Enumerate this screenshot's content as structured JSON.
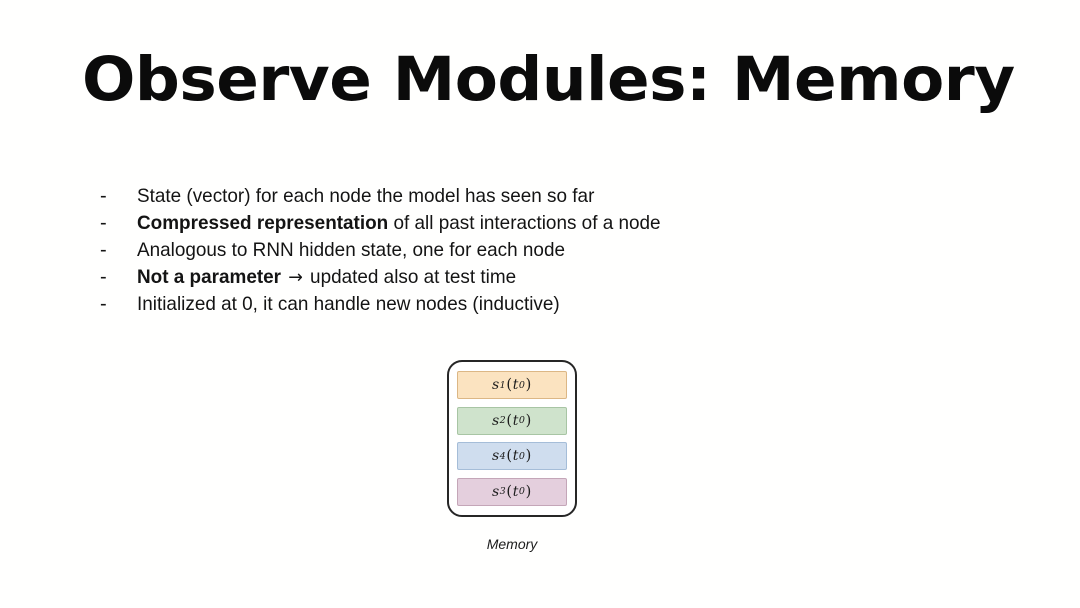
{
  "slide": {
    "title": "Observe Modules: Memory",
    "background_color": "#ffffff",
    "text_color": "#141414"
  },
  "bullets": {
    "marker": "-",
    "items": [
      {
        "id": "state-vector",
        "segments": [
          {
            "text": "State (vector) for each node the model has seen so far",
            "bold": false
          }
        ]
      },
      {
        "id": "compressed-representation",
        "segments": [
          {
            "text": "Compressed representation",
            "bold": true
          },
          {
            "text": " of all past interactions of a node",
            "bold": false
          }
        ]
      },
      {
        "id": "rnn-hidden-state",
        "segments": [
          {
            "text": "Analogous to RNN hidden state, one for each node",
            "bold": false
          }
        ]
      },
      {
        "id": "not-a-parameter",
        "segments": [
          {
            "text": "Not a parameter",
            "bold": true
          },
          {
            "text": " → updated also at test time",
            "bold": false
          }
        ]
      },
      {
        "id": "initialized-at-zero",
        "segments": [
          {
            "text": "Initialized at 0, it can handle new nodes (inductive)",
            "bold": false
          }
        ]
      }
    ]
  },
  "memory_figure": {
    "caption": "Memory",
    "border_color": "#262626",
    "slots": [
      {
        "symbol": "s",
        "subscript": "1",
        "time": "t",
        "time_subscript": "0",
        "label": "s1(t0)",
        "fill": "#fbe3c0",
        "stroke": "#dcb785"
      },
      {
        "symbol": "s",
        "subscript": "2",
        "time": "t",
        "time_subscript": "0",
        "label": "s2(t0)",
        "fill": "#cfe3cc",
        "stroke": "#a8c5a4"
      },
      {
        "symbol": "s",
        "subscript": "4",
        "time": "t",
        "time_subscript": "0",
        "label": "s4(t0)",
        "fill": "#cfddee",
        "stroke": "#a5bdd8"
      },
      {
        "symbol": "s",
        "subscript": "3",
        "time": "t",
        "time_subscript": "0",
        "label": "s3(t0)",
        "fill": "#e4cfdd",
        "stroke": "#c4a6b8"
      }
    ]
  }
}
